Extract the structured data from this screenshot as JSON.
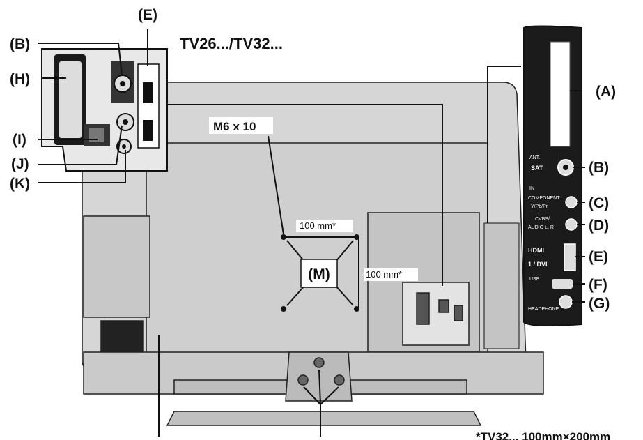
{
  "title": "TV26.../TV32...",
  "mount_screw": "M6 x 10",
  "dim_h": "100 mm*",
  "dim_v": "100 mm*",
  "mount_label": "(M)",
  "footnote": "*TV32... 100mm×200mm",
  "labels": {
    "A": "(A)",
    "B": "(B)",
    "C": "(C)",
    "D": "(D)",
    "E": "(E)",
    "F": "(F)",
    "G": "(G)",
    "H": "(H)",
    "I": "(I)",
    "J": "(J)",
    "K": "(K)"
  },
  "side_panel": {
    "sat": "SAT",
    "ant": "ANT.",
    "in": "IN",
    "component": "COMPONENT",
    "ypbpr": "Y/Pb/Pr",
    "cvbs": "CVBS/",
    "audio": "AUDIO  L, R",
    "hdmi_logo": "HDMI",
    "hdmi_port": "1 / DVI",
    "usb": "USB",
    "headphone": "HEADPHONE"
  }
}
